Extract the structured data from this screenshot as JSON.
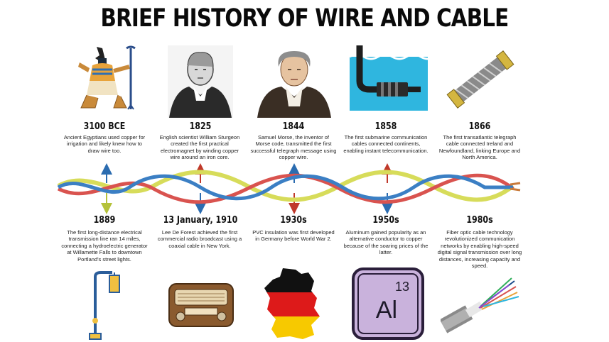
{
  "title": "BRIEF HISTORY OF WIRE AND CABLE",
  "top_events": [
    {
      "year": "3100 BCE",
      "text": "Ancient Egyptians used copper for irrigation and likely knew how to draw wire too.",
      "icon": "anubis-figure-icon",
      "arrow_color": "#2b6cb0"
    },
    {
      "year": "1825",
      "text": "English scientist William Sturgeon created the first practical electromagnet by winding copper wire around an iron core.",
      "icon": "william-sturgeon-portrait",
      "arrow_color": "#c0392b"
    },
    {
      "year": "1844",
      "text": "Samuel Morse, the inventor of Morse code, transmitted the first successful telegraph message using copper wire.",
      "icon": "samuel-morse-portrait",
      "arrow_color": "#2b6cb0"
    },
    {
      "year": "1858",
      "text": "The first submarine communication cables connected continents, enabling instant telecommunication.",
      "icon": "submarine-cable-icon",
      "arrow_color": "#c0392b"
    },
    {
      "year": "1866",
      "text": "The first transatlantic telegraph cable connected Ireland and Newfoundland, linking Europe and North America.",
      "icon": "transatlantic-cable-icon",
      "arrow_color": "#c0392b"
    }
  ],
  "bottom_events": [
    {
      "year": "1889",
      "text": "The first long-distance electrical transmission line ran 14 miles, connecting a hydroelectric generator at Willamette Falls to downtown Portland's street lights.",
      "icon": "street-lamp-icon",
      "arrow_color": "#b5c23a"
    },
    {
      "year": "13 January, 1910",
      "text": "Lee De Forest achieved the first commercial radio broadcast using a coaxial cable in New York.",
      "icon": "vintage-radio-icon",
      "arrow_color": "#2b6cb0"
    },
    {
      "year": "1930s",
      "text": "PVC insulation was first developed in Germany before World War 2.",
      "icon": "germany-flag-map-icon",
      "arrow_color": "#c0392b"
    },
    {
      "year": "1950s",
      "text": "Aluminum gained popularity as an alternative conductor to copper because of the soaring prices of the latter.",
      "icon": "aluminum-element-icon",
      "arrow_color": "#2b6cb0"
    },
    {
      "year": "1980s",
      "text": "Fiber optic cable technology revolutionized communication networks by enabling high-speed digital signal transmission over long distances, increasing capacity and speed.",
      "icon": "fiber-optic-cable-icon",
      "arrow_color": "#2b6cb0"
    }
  ],
  "element": {
    "number": "13",
    "symbol": "Al"
  },
  "colors": {
    "wire_blue": "#3b7fc4",
    "wire_red": "#d9534f",
    "wire_yellow": "#d7dc5a",
    "copper": "#c97a3a"
  }
}
